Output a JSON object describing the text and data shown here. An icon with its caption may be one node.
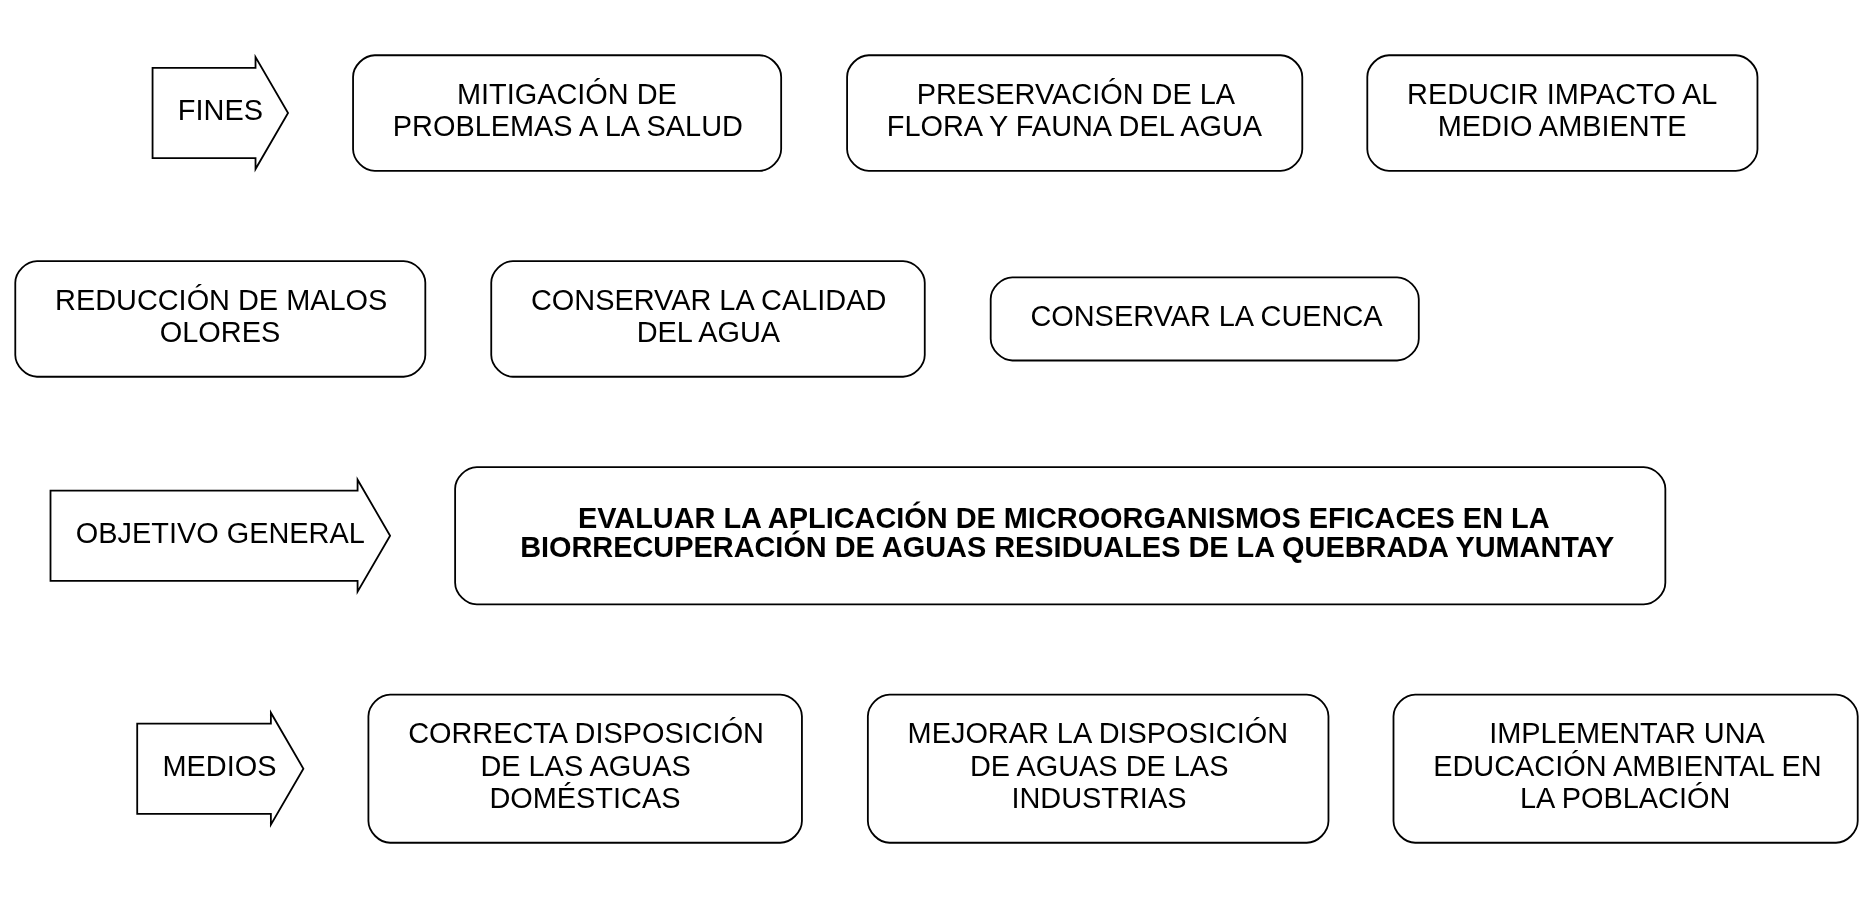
{
  "diagram": {
    "nodes": [
      {
        "text": [
          "FINES"
        ]
      },
      {
        "text": [
          "MITIGACIÓN DE PROBLEMAS A LA SALUD"
        ]
      },
      {
        "text": [
          "PRESERVACIÓN DE LA FLORA Y FAUNA DEL AGUA"
        ]
      },
      {
        "text": [
          "REDUCIR IMPACTO AL MEDIO AMBIENTE"
        ]
      },
      {
        "text": [
          "REDUCCIÓN DE MALOS OLORES"
        ]
      },
      {
        "text": [
          "CONSERVAR LA CALIDAD DEL AGUA"
        ]
      },
      {
        "text": [
          "CONSERVAR LA CUENCA"
        ]
      },
      {
        "text": [
          "OBJETIVO GENERAL"
        ]
      },
      {
        "text": [
          "EVALUAR LA APLICACIÓN DE MICROORGANISMOS EFICACES EN LA BIORRECUPERACIÓN DE AGUAS RESIDUALES DE LA QUEBRADA YUMANTAY"
        ]
      },
      {
        "text": [
          "MEDIOS"
        ]
      },
      {
        "text": [
          "CORRECTA DISPOSICIÓN DE LAS AGUAS DOMÉSTICAS"
        ]
      },
      {
        "text": [
          "MEJORAR LA DISPOSICIÓN DE AGUAS DE LAS INDUSTRIAS"
        ]
      },
      {
        "text": [
          "IMPLEMENTAR UNA EDUCACIÓN AMBIENTAL EN LA POBLACIÓN"
        ]
      }
    ],
    "edges": []
  }
}
